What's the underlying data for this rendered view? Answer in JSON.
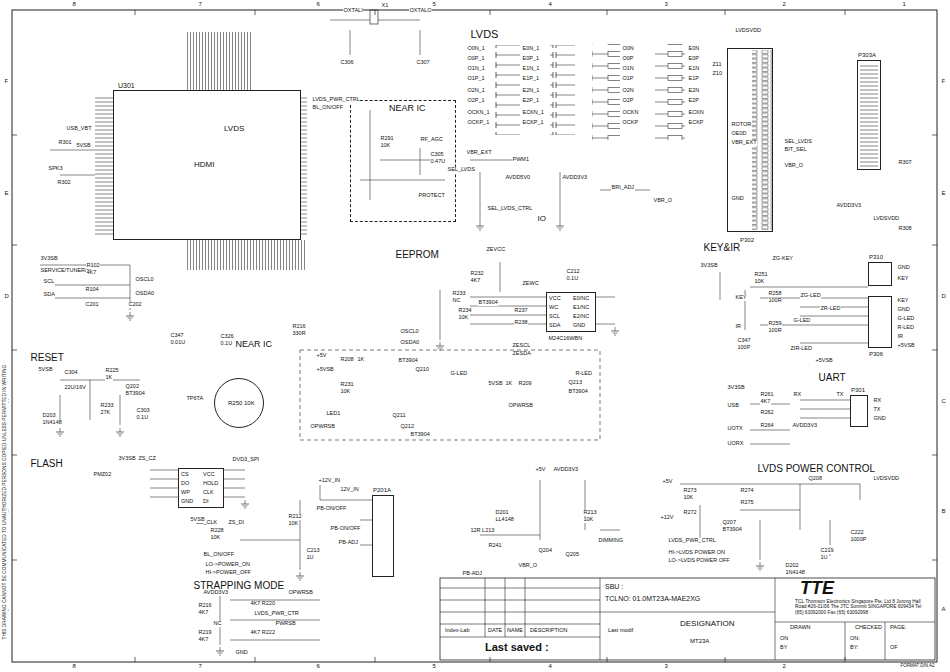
{
  "diagram": {
    "nodes": [
      {
        "text": [
          "U301",
          "LVDS",
          "HDMI"
        ]
      },
      {
        "text": [
          "NEAR IC"
        ]
      },
      {
        "text": [
          "P302"
        ]
      },
      {
        "text": [
          "P303A"
        ]
      },
      {
        "text": [
          "P310"
        ]
      },
      {
        "text": [
          "P306"
        ]
      },
      {
        "text": [
          "P301"
        ]
      },
      {
        "text": [
          "VCC",
          "WC",
          "SCL",
          "SDA",
          "E0/NC",
          "E1/NC",
          "E2/NC",
          "GND"
        ]
      },
      {
        "text": [
          "CS",
          "DO",
          "WP",
          "GND",
          "VCC",
          "HOLD",
          "CLK",
          "DI"
        ]
      },
      {
        "text": [
          "P201A"
        ]
      },
      {
        "text": [
          "R250 10K"
        ]
      },
      {
        "text": [
          "SBU :",
          "TCLNO: 01.0MT23A-MAE2XG",
          "DESIGNATION",
          "MT23A",
          "Last saved :",
          "Index-Lab",
          "DATE",
          "NAME",
          "DESCRIPTION",
          "Last modif",
          "TTE",
          "TCL Thomson Electronics Singapore Pte. Ltd 8 Jurong Hall Road #26-01/06 The JTC Summit SINGAPORE 609434 Tel (65) 63092000 Fax (65) 63092998",
          "DRAWN",
          "CHECKED",
          "PAGE:",
          "ON",
          "BY",
          "ON:",
          "BY:",
          "OF"
        ]
      }
    ],
    "labels": [
      "8",
      "7",
      "6",
      "5",
      "4",
      "3",
      "2",
      "1",
      "8",
      "7",
      "6",
      "5",
      "4",
      "3",
      "2",
      "1",
      "F",
      "E",
      "D",
      "C",
      "B",
      "A",
      "F",
      "E",
      "D",
      "C",
      "B",
      "A",
      "THIS DRAWING CANNOT BE COMMUNICATED TO UNAUTHORIZED PERSONS COPIED UNLESS PERMITTED IN WRITING",
      "FORMAT DIN A2",
      "LVDS",
      "EEPROM",
      "KEY&IR",
      "RESET",
      "FLASH",
      "UART",
      "LVDS POWER CONTROL",
      "STRAPPING MODE",
      "NEAR IC",
      "OXTALI",
      "X1",
      "OXTALO",
      "C306",
      "C307",
      "USB_VBT",
      "R301",
      "5VSB",
      "SPK3",
      "R302",
      "3V3SB",
      "SERVICE/TUNER/IIC",
      "R102",
      "4K7",
      "SCL",
      "SDA",
      "R104",
      "C201",
      "C202",
      "OSCL0",
      "OSDA0",
      "C347",
      "0.01U",
      "C326",
      "0.1U",
      "R216",
      "330R",
      "LVDS_PWR_CTRL",
      "BL_ON/OFF",
      "R291",
      "10K",
      "RF_AGC",
      "C305",
      "0.47U",
      "PROTECT",
      "PWM1",
      "VBR_EXT",
      "SEL_LVDS",
      "AVDD5V0",
      "AVDD3V3",
      "SEL_LVDS_CTRL",
      "IO",
      "BRI_ADJ",
      "VBR_O",
      "O0N_1",
      "O0P_1",
      "O1N_1",
      "O1P_1",
      "O2N_1",
      "O2P_1",
      "OCKN_1",
      "OCKP_1",
      "E0N_1",
      "E0P_1",
      "E1N_1",
      "E1P_1",
      "E2N_1",
      "E2P_1",
      "ECKN_1",
      "ECKP_1",
      "O0N",
      "O0P",
      "O1N",
      "O1P",
      "O2N",
      "O2P",
      "OCKN",
      "OCKP",
      "E0N",
      "E0P",
      "E1N",
      "E1P",
      "E2N",
      "E2P",
      "ECKN",
      "ECKP",
      "LVDSVDD",
      "Z11",
      "Z10",
      "ROTOR",
      "OE0D",
      "VBR_EXT",
      "SEL_LVDS",
      "BIT_SEL",
      "VBR_O",
      "GND",
      "R307",
      "R308",
      "AVDD3V3",
      "LVDSVDD",
      "ZEVCC",
      "R232",
      "4K7",
      "R233",
      "NC",
      "R234",
      "10K",
      "BT3904",
      "ZEWC",
      "R237",
      "R238",
      "OSCL0",
      "OSDA0",
      "ZESCL",
      "ZESDA",
      "C212",
      "0.1U",
      "M24C16WBN",
      "3V3SB",
      "ZG-KEY",
      "R251",
      "10K",
      "KEY",
      "R258",
      "100R",
      "ZG-LED",
      "G-LED",
      "ZR-LED",
      "IR",
      "R259",
      "100R",
      "C347",
      "100P",
      "ZIR-LED",
      "+5VSB",
      "KEY",
      "GND",
      "G-LED",
      "R-LED",
      "IR",
      "+5VSB",
      "GND",
      "KEY",
      "5VSB",
      "R225",
      "1K",
      "C304",
      "22U/16V",
      "Q202",
      "BT3904",
      "D203",
      "1N4148",
      "R233",
      "27K",
      "C303",
      "0.1U",
      "+5V",
      "+5VSB",
      "R208",
      "1K",
      "BT3904",
      "Q210",
      "G-LED",
      "R231",
      "10K",
      "5VSB",
      "1K",
      "R209",
      "BT3904",
      "Q213",
      "R-LED",
      "OPWRSB",
      "LED1",
      "OPWRSB",
      "Q211",
      "Q212",
      "BT3904",
      "TP6TA",
      "3V3SB",
      "R261",
      "4K7",
      "RX",
      "TX",
      "USB",
      "R262",
      "AVDD3V3",
      "UOTX",
      "UORX",
      "R264",
      "RX",
      "TX",
      "GND",
      "+5V",
      "R273",
      "10K",
      "R274",
      "R275",
      "Q208",
      "LVDSVDD",
      "+12V",
      "R272",
      "Q207",
      "BT3904",
      "LVDS_PWR_CTRL",
      "HI->LVDS POWER ON",
      "LO->LVDS POWER OFF",
      "C222",
      "1000P",
      "D202",
      "1N4148",
      "C219",
      "1U",
      "3V3SB",
      "ZS_CZ",
      "DVD3_SPI",
      "PMZ02",
      "ZS_CLK",
      "ZS_DI",
      "5VSB",
      "R228",
      "10K",
      "BL_ON/OFF",
      "LO->POWER_ON",
      "HI->POWER_OFF",
      "+12V_IN",
      "PB-ON/OFF",
      "R212",
      "10K",
      "C213",
      "1U",
      "PB-ON/OFF",
      "PB-ADJ",
      "12V_IN",
      "+5V",
      "AVDD3V3",
      "D201",
      "LL4148",
      "12R L213",
      "R241",
      "Q204",
      "Q205",
      "DIMMING",
      "PB-ADJ",
      "VBR_O",
      "R213",
      "10K",
      "AVDD3V3",
      "OPWRSB",
      "R216",
      "4K7",
      "NC",
      "R219",
      "4K7",
      "4K7 R220",
      "LVDS_PWR_CTR",
      "4K7 R222",
      "PWRSB",
      "GND"
    ]
  }
}
